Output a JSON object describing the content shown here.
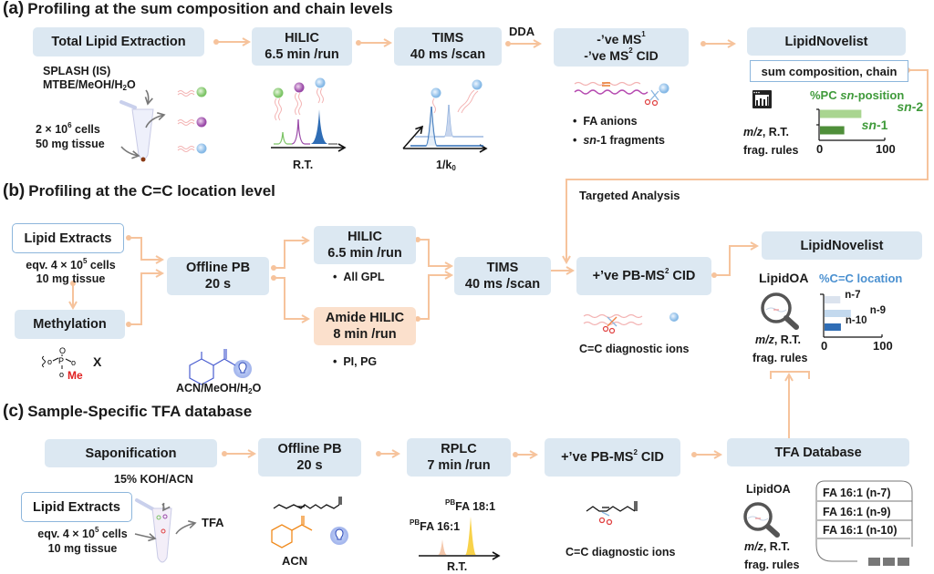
{
  "section_a": {
    "label": "(a)",
    "title": "Profiling at the sum composition and chain levels",
    "total_lipid_extraction": "Total Lipid Extraction",
    "reagents_1": "SPLASH (IS)",
    "reagents_2": "MTBE/MeOH/H",
    "reagents_2_sub": "2",
    "reagents_2_end": "O",
    "sample_1_pre": "2 × 10",
    "sample_1_sup": "6",
    "sample_1_post": " cells",
    "sample_2": "50 mg tissue",
    "hilic_1": "HILIC",
    "hilic_2": "6.5 min /run",
    "rt_label": "R.T.",
    "tims_1": "TIMS",
    "tims_2": "40 ms /scan",
    "k0_label": "1/k",
    "k0_sub": "0",
    "dda": "DDA",
    "ms_1_pre": "-’ve MS",
    "ms_1_sup": "1",
    "ms_2_pre": "-’ve MS",
    "ms_2_sup": "2",
    "ms_2_post": " CID",
    "bullet_1": "FA anions",
    "bullet_2_it": "sn",
    "bullet_2": "-1 fragments",
    "lipidnovelist": "LipidNovelist",
    "sum_box": "sum composition, chain",
    "mz_it": "m/z",
    "mz_rest": ", R.T.",
    "frag_rules": "frag. rules",
    "chart_title_pre": "%PC ",
    "chart_title_it": "sn",
    "chart_title_post": "-position"
  },
  "section_b": {
    "label": "(b)",
    "title": "Profiling at the C=C location level",
    "lipid_extracts": "Lipid Extracts",
    "sample_1_pre": "eqv. 4 × 10",
    "sample_1_sup": "5",
    "sample_1_post": " cells",
    "sample_2": "10 mg tissue",
    "methylation": "Methylation",
    "methyl_struct_x": "X",
    "methyl_struct_me": "Me",
    "offline_pb_1": "Offline PB",
    "offline_pb_2": "20 s",
    "solvent": "ACN/MeOH/H",
    "solvent_sub": "2",
    "solvent_end": "O",
    "hilic_1": "HILIC",
    "hilic_2": "6.5 min /run",
    "hilic_bullet": "All GPL",
    "amide_1": "Amide HILIC",
    "amide_2": "8 min /run",
    "amide_bullet": "PI, PG",
    "tims_1": "TIMS",
    "tims_2": "40 ms /scan",
    "targeted": "Targeted Analysis",
    "pbms_pre": "+’ve PB-MS",
    "pbms_sup": "2",
    "pbms_post": " CID",
    "diag_ions": "C=C diagnostic ions",
    "lipidnovelist": "LipidNovelist",
    "lipidoa": "LipidOA",
    "mz_it": "m/z",
    "mz_rest": ", R.T.",
    "frag_rules": "frag. rules",
    "chart_title": "%C=C location"
  },
  "section_c": {
    "label": "(c)",
    "title": "Sample-Specific TFA database",
    "saponification": "Saponification",
    "koh": "15% KOH/ACN",
    "lipid_extracts": "Lipid Extracts",
    "sample_1_pre": "eqv. 4 × 10",
    "sample_1_sup": "5",
    "sample_1_post": " cells",
    "sample_2": "10 mg tissue",
    "tfa": "TFA",
    "offline_pb_1": "Offline PB",
    "offline_pb_2": "20 s",
    "acn": "ACN",
    "rplc_1": "RPLC",
    "rplc_2": "7 min /run",
    "peak_1_sup": "PB",
    "peak_1": "FA 16:1",
    "peak_2_sup": "PB",
    "peak_2": "FA 18:1",
    "rt_label": "R.T.",
    "pbms_pre": "+’ve PB-MS",
    "pbms_sup": "2",
    "pbms_post": " CID",
    "diag_ions": "C=C diagnostic ions",
    "tfa_db": "TFA Database",
    "lipidoa": "LipidOA",
    "mz_it": "m/z",
    "mz_rest": ", R.T.",
    "frag_rules": "frag. rules",
    "db_rows": [
      "FA 16:1 (n-7)",
      "FA 16:1 (n-9)",
      "FA 16:1 (n-10)"
    ]
  },
  "chart_data": [
    {
      "type": "bar",
      "title": "%PC sn-position",
      "categories": [
        "sn-2",
        "sn-1"
      ],
      "values": [
        63,
        37
      ],
      "xlim": [
        0,
        100
      ],
      "tick_labels": [
        "0",
        "100"
      ],
      "colors": [
        "#a9d590",
        "#4f8f3a"
      ]
    },
    {
      "type": "bar",
      "title": "%C=C location",
      "categories": [
        "n-7",
        "n-9",
        "n-10"
      ],
      "values": [
        27,
        45,
        28
      ],
      "xlim": [
        0,
        100
      ],
      "tick_labels": [
        "0",
        "100"
      ],
      "colors": [
        "#dbe3ee",
        "#c3d9ee",
        "#2f6db5"
      ]
    }
  ],
  "colors": {
    "box_fill": "#dce8f2",
    "box_outline": "#8db6dc",
    "peach_box": "#fbe0cc",
    "arrow": "#f6c39c",
    "green_title": "#3f9a3a",
    "blue_title": "#4a90d0"
  }
}
